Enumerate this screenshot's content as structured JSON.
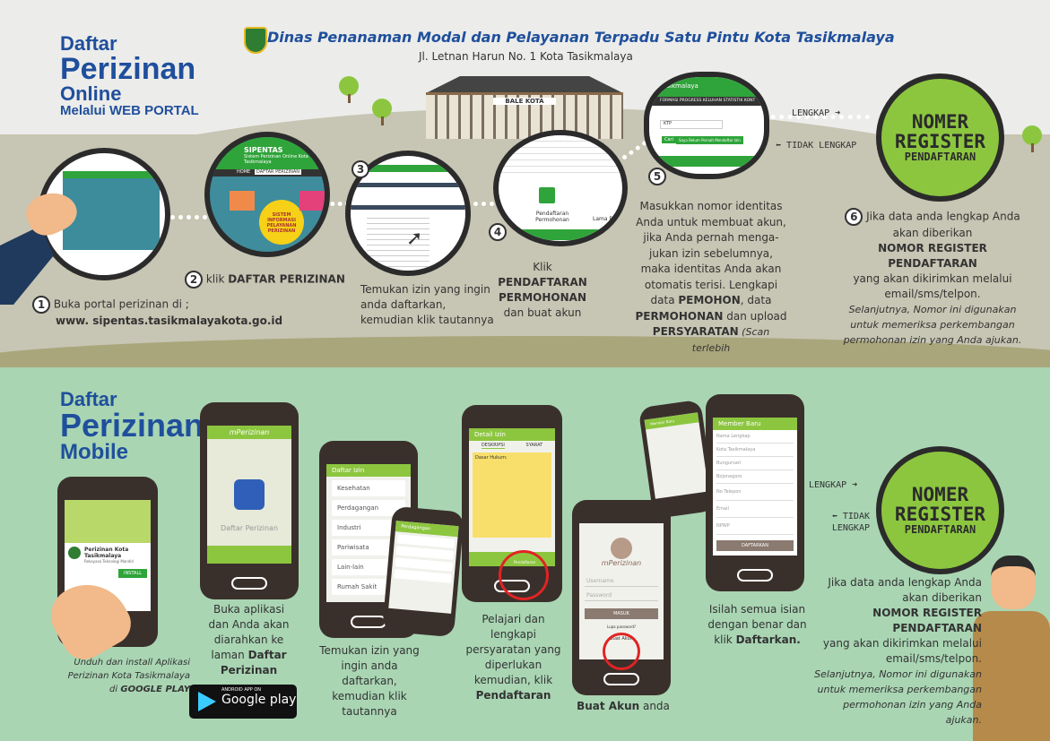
{
  "header": {
    "title": "Dinas Penanaman Modal dan Pelayanan Terpadu Satu Pintu Kota Tasikmalaya",
    "address": "Jl. Letnan Harun No. 1 Kota Tasikmalaya",
    "building_sign": "BALE KOTA"
  },
  "web": {
    "title_line1": "Daftar",
    "title_line2": "Perizinan",
    "title_line3": "Online",
    "title_line4": "Melalui WEB PORTAL",
    "screen_app": "SIPENTAS",
    "screen_subtitle": "Sistem Perizinan Online Kota Tasikmalaya",
    "screen_tab_home": "HOME",
    "screen_tab_daftar": "DAFTAR PERIZINAN",
    "screen_center": "SISTEM INFORMASI PELAYANAN PERIZINAN",
    "screen_pendaftaran": "Pendaftaran Permohonan",
    "screen_lama": "Lama Pe",
    "screen_site": "Tasikmalaya",
    "screen_menu": [
      "FORMASI PROGRESS",
      "KELUHAN",
      "STATISTIK",
      "KONT"
    ],
    "screen_ktp": "KTP",
    "screen_cari": "Cari",
    "screen_belum": "Saya Belum Pernah Mendaftar Izin",
    "steps": [
      {
        "num": "1",
        "text": "Buka portal perizinan di ;",
        "link": "www. sipentas.tasikmalayakota.go.id"
      },
      {
        "num": "2",
        "text": "klik ",
        "bold": "DAFTAR PERIZINAN"
      },
      {
        "num": "3",
        "text": "Temukan izin yang ingin anda daftarkan, kemudian klik  tautannya"
      },
      {
        "num": "4",
        "pre": "Klik ",
        "bold": "PENDAFTARAN PERMOHONAN",
        "post": "dan buat akun"
      },
      {
        "num": "5",
        "t1": "Masukkan nomor identitas Anda untuk membuat akun, jika Anda pernah menga-jukan izin sebelumnya, maka identitas  Anda akan otomatis terisi. Lengkapi data ",
        "b1": "PEMOHON",
        "t2": ", data ",
        "b2": "PERMOHONAN",
        "t3": " dan upload ",
        "b3": "PERSYARATAN",
        "i1": " (Scan terlebih"
      },
      {
        "num": "6",
        "t1": "Jika data anda lengkap Anda akan diberikan",
        "bold": "NOMOR REGISTER PENDAFTARAN",
        "t2": "yang akan dikirimkan melalui email/sms/telpon.",
        "italic": "Selanjutnya, Nomor ini digunakan untuk memeriksa perkembangan permohonan izin yang Anda ajukan."
      }
    ],
    "lengkap": "LENGKAP",
    "tidak_lengkap": "TIDAK LENGKAP",
    "register": [
      "NOMER",
      "REGISTER",
      "PENDAFTARAN"
    ]
  },
  "mobile": {
    "title_line1": "Daftar",
    "title_line2": "Perizinan",
    "title_line3": "Mobile",
    "store_app": "Perizinan Kota Tasikmalaya",
    "store_dev": "Rekayasa Teknologi Mandiri",
    "store_install": "INSTALL",
    "app_name": "mPerizinan",
    "app_menu": "Daftar Perizinan",
    "list_title": "Daftar Izin",
    "categories": [
      "Kesehatan",
      "Perdagangan",
      "Industri",
      "Pariwisata",
      "Lain-lain",
      "Rumah Sakit"
    ],
    "sub_title": "Perdagangan",
    "detail_title": "Detail Izin",
    "detail_tabs": [
      "DESKRIPSI",
      "SYARAT"
    ],
    "detail_law": "Dasar Hukum:",
    "detail_btn": "Pendaftaran",
    "login_user": "Username",
    "login_pass": "Password",
    "login_btn": "MASUK",
    "login_forgot": "Lupa password?",
    "login_register": "Buat Akun",
    "member_title": "Member Baru",
    "member_fields": [
      "Nama Lengkap",
      "Kota Tasikmalaya",
      "Bungursari",
      "Bojonegoro",
      "No Telepon",
      "Email",
      "NPWP"
    ],
    "member_btn": "DAFTARKAN",
    "captions": {
      "install": "Unduh dan install Aplikasi Perizinan Kota Tasikmalaya di ",
      "install_b": "GOOGLE PLAY",
      "open": "Buka aplikasi dan Anda akan diarahkan ke laman ",
      "open_b": "Daftar Perizinan",
      "find": "Temukan izin yang ingin anda daftarkan, kemudian klik tautannya",
      "learn": "Pelajari dan lengkapi persyaratan yang diperlukan kemudian, klik ",
      "learn_b": "Pendaftaran",
      "account_b": "Buat Akun",
      "account": " anda",
      "fill": "Isilah semua isian dengan benar dan klik ",
      "fill_b": "Daftarkan.",
      "result_t1": "Jika data anda lengkap Anda akan diberikan",
      "result_b": "NOMOR REGISTER PENDAFTARAN",
      "result_t2": "yang akan dikirimkan melalui email/sms/telpon.",
      "result_i": "Selanjutnya, Nomor ini digunakan untuk memeriksa perkembangan permohonan izin yang Anda ajukan."
    },
    "gplay_small": "ANDROID APP ON",
    "gplay_big": "Google play",
    "lengkap": "LENGKAP",
    "tidak_lengkap": "TIDAK LENGKAP",
    "register": [
      "NOMER",
      "REGISTER",
      "PENDAFTARAN"
    ]
  },
  "colors": {
    "blue": "#1f4f9c",
    "green": "#8cc63f",
    "bg_top": "#c7c5b3",
    "bg_bottom": "#a9d5b3"
  }
}
